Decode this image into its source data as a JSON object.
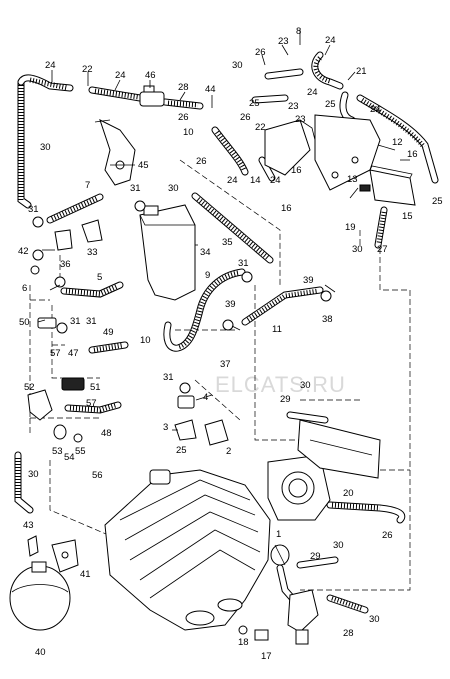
{
  "watermark": "ELCATS.RU",
  "labels": [
    {
      "id": "l8",
      "text": "8"
    },
    {
      "id": "l23a",
      "text": "23"
    },
    {
      "id": "l24a",
      "text": "24"
    },
    {
      "id": "l26a",
      "text": "26"
    },
    {
      "id": "l30a",
      "text": "30"
    },
    {
      "id": "l21",
      "text": "21"
    },
    {
      "id": "l24b",
      "text": "24"
    },
    {
      "id": "l22a",
      "text": "22"
    },
    {
      "id": "l24c",
      "text": "24"
    },
    {
      "id": "l46",
      "text": "46"
    },
    {
      "id": "l28a",
      "text": "28"
    },
    {
      "id": "l44",
      "text": "44"
    },
    {
      "id": "l25a",
      "text": "25"
    },
    {
      "id": "l23b",
      "text": "23"
    },
    {
      "id": "l24d",
      "text": "24"
    },
    {
      "id": "l24e",
      "text": "24"
    },
    {
      "id": "l25b",
      "text": "25"
    },
    {
      "id": "l26b",
      "text": "26"
    },
    {
      "id": "l26c",
      "text": "26"
    },
    {
      "id": "l23c",
      "text": "23"
    },
    {
      "id": "l22b",
      "text": "22"
    },
    {
      "id": "l12",
      "text": "12"
    },
    {
      "id": "l10",
      "text": "10"
    },
    {
      "id": "l30b",
      "text": "30"
    },
    {
      "id": "l45",
      "text": "45"
    },
    {
      "id": "l26d",
      "text": "26"
    },
    {
      "id": "l24f",
      "text": "24"
    },
    {
      "id": "l14",
      "text": "14"
    },
    {
      "id": "l24g",
      "text": "24"
    },
    {
      "id": "l16a",
      "text": "16"
    },
    {
      "id": "l13",
      "text": "13"
    },
    {
      "id": "l16b",
      "text": "16"
    },
    {
      "id": "l25c",
      "text": "25"
    },
    {
      "id": "l7",
      "text": "7"
    },
    {
      "id": "l30c",
      "text": "30"
    },
    {
      "id": "l31a",
      "text": "31"
    },
    {
      "id": "l16c",
      "text": "16"
    },
    {
      "id": "l15",
      "text": "15"
    },
    {
      "id": "l31b",
      "text": "31"
    },
    {
      "id": "l19",
      "text": "19"
    },
    {
      "id": "l30d",
      "text": "30"
    },
    {
      "id": "l27",
      "text": "27"
    },
    {
      "id": "l33",
      "text": "33"
    },
    {
      "id": "l34",
      "text": "34"
    },
    {
      "id": "l35",
      "text": "35"
    },
    {
      "id": "l42",
      "text": "42"
    },
    {
      "id": "l36",
      "text": "36"
    },
    {
      "id": "l31c",
      "text": "31"
    },
    {
      "id": "l39a",
      "text": "39"
    },
    {
      "id": "l9",
      "text": "9"
    },
    {
      "id": "l6",
      "text": "6"
    },
    {
      "id": "l5",
      "text": "5"
    },
    {
      "id": "l38",
      "text": "38"
    },
    {
      "id": "l39b",
      "text": "39"
    },
    {
      "id": "l11",
      "text": "11"
    },
    {
      "id": "l50",
      "text": "50"
    },
    {
      "id": "l31d",
      "text": "31"
    },
    {
      "id": "l31e",
      "text": "31"
    },
    {
      "id": "l49",
      "text": "49"
    },
    {
      "id": "l10b",
      "text": "10"
    },
    {
      "id": "l57a",
      "text": "57"
    },
    {
      "id": "l47",
      "text": "47"
    },
    {
      "id": "l37",
      "text": "37"
    },
    {
      "id": "l52",
      "text": "52"
    },
    {
      "id": "l51",
      "text": "51"
    },
    {
      "id": "l31f",
      "text": "31"
    },
    {
      "id": "l30e",
      "text": "30"
    },
    {
      "id": "l57b",
      "text": "57"
    },
    {
      "id": "l4",
      "text": "4"
    },
    {
      "id": "l29a",
      "text": "29"
    },
    {
      "id": "l48",
      "text": "48"
    },
    {
      "id": "l3",
      "text": "3"
    },
    {
      "id": "l53",
      "text": "53"
    },
    {
      "id": "l54",
      "text": "54"
    },
    {
      "id": "l55",
      "text": "55"
    },
    {
      "id": "l2",
      "text": "2"
    },
    {
      "id": "l56",
      "text": "56"
    },
    {
      "id": "l25d",
      "text": "25"
    },
    {
      "id": "l30f",
      "text": "30"
    },
    {
      "id": "l20",
      "text": "20"
    },
    {
      "id": "l43",
      "text": "43"
    },
    {
      "id": "l26e",
      "text": "26"
    },
    {
      "id": "l1",
      "text": "1"
    },
    {
      "id": "l41",
      "text": "41"
    },
    {
      "id": "l30g",
      "text": "30"
    },
    {
      "id": "l29b",
      "text": "29"
    },
    {
      "id": "l28b",
      "text": "28"
    },
    {
      "id": "l30h",
      "text": "30"
    },
    {
      "id": "l40",
      "text": "40"
    },
    {
      "id": "l18",
      "text": "18"
    },
    {
      "id": "l17",
      "text": "17"
    }
  ]
}
